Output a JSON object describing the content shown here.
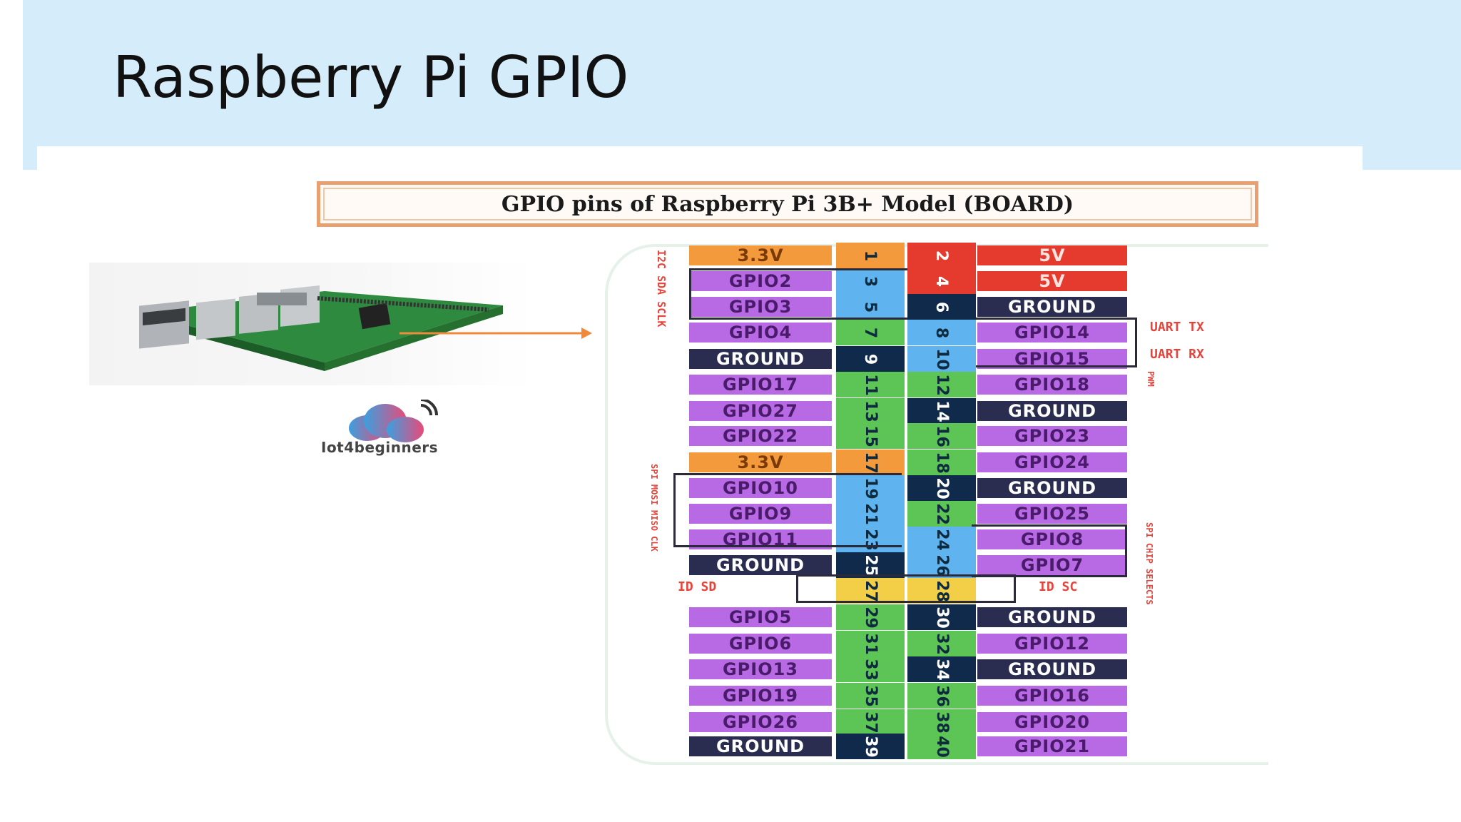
{
  "slide": {
    "title": "Raspberry Pi GPIO"
  },
  "diagram": {
    "title": "GPIO pins of Raspberry Pi 3B+ Model (BOARD)",
    "logo_text": "Iot4beginners",
    "left_labels": [
      {
        "text": "3.3V",
        "color": "#f39a3c"
      },
      {
        "text": "GPIO2",
        "color": "#b76ae3"
      },
      {
        "text": "GPIO3",
        "color": "#b76ae3"
      },
      {
        "text": "GPIO4",
        "color": "#b76ae3"
      },
      {
        "text": "GROUND",
        "color": "#2b2d50"
      },
      {
        "text": "GPIO17",
        "color": "#b76ae3"
      },
      {
        "text": "GPIO27",
        "color": "#b76ae3"
      },
      {
        "text": "GPIO22",
        "color": "#b76ae3"
      },
      {
        "text": "3.3V",
        "color": "#f39a3c"
      },
      {
        "text": "GPIO10",
        "color": "#b76ae3"
      },
      {
        "text": "GPIO9",
        "color": "#b76ae3"
      },
      {
        "text": "GPIO11",
        "color": "#b76ae3"
      },
      {
        "text": "GROUND",
        "color": "#2b2d50"
      },
      {
        "text": "",
        "color": "#ffffff"
      },
      {
        "text": "GPIO5",
        "color": "#b76ae3"
      },
      {
        "text": "GPIO6",
        "color": "#b76ae3"
      },
      {
        "text": "GPIO13",
        "color": "#b76ae3"
      },
      {
        "text": "GPIO19",
        "color": "#b76ae3"
      },
      {
        "text": "GPIO26",
        "color": "#b76ae3"
      },
      {
        "text": "GROUND",
        "color": "#2b2d50"
      }
    ],
    "left_pins": [
      {
        "num": "1",
        "color": "#f39a3c"
      },
      {
        "num": "3",
        "color": "#5fb3ee"
      },
      {
        "num": "5",
        "color": "#5fb3ee"
      },
      {
        "num": "7",
        "color": "#5dc456"
      },
      {
        "num": "9",
        "color": "#102a4c"
      },
      {
        "num": "11",
        "color": "#5dc456"
      },
      {
        "num": "13",
        "color": "#5dc456"
      },
      {
        "num": "15",
        "color": "#5dc456"
      },
      {
        "num": "17",
        "color": "#f39a3c"
      },
      {
        "num": "19",
        "color": "#5fb3ee"
      },
      {
        "num": "21",
        "color": "#5fb3ee"
      },
      {
        "num": "23",
        "color": "#5fb3ee"
      },
      {
        "num": "25",
        "color": "#102a4c"
      },
      {
        "num": "27",
        "color": "#f2cf47"
      },
      {
        "num": "29",
        "color": "#5dc456"
      },
      {
        "num": "31",
        "color": "#5dc456"
      },
      {
        "num": "33",
        "color": "#5dc456"
      },
      {
        "num": "35",
        "color": "#5dc456"
      },
      {
        "num": "37",
        "color": "#5dc456"
      },
      {
        "num": "39",
        "color": "#102a4c"
      }
    ],
    "right_pins": [
      {
        "num": "2",
        "color": "#e53a2e"
      },
      {
        "num": "4",
        "color": "#e53a2e"
      },
      {
        "num": "6",
        "color": "#102a4c"
      },
      {
        "num": "8",
        "color": "#5fb3ee"
      },
      {
        "num": "10",
        "color": "#5fb3ee"
      },
      {
        "num": "12",
        "color": "#5dc456"
      },
      {
        "num": "14",
        "color": "#102a4c"
      },
      {
        "num": "16",
        "color": "#5dc456"
      },
      {
        "num": "18",
        "color": "#5dc456"
      },
      {
        "num": "20",
        "color": "#102a4c"
      },
      {
        "num": "22",
        "color": "#5dc456"
      },
      {
        "num": "24",
        "color": "#5fb3ee"
      },
      {
        "num": "26",
        "color": "#5fb3ee"
      },
      {
        "num": "28",
        "color": "#f2cf47"
      },
      {
        "num": "30",
        "color": "#102a4c"
      },
      {
        "num": "32",
        "color": "#5dc456"
      },
      {
        "num": "34",
        "color": "#102a4c"
      },
      {
        "num": "36",
        "color": "#5dc456"
      },
      {
        "num": "38",
        "color": "#5dc456"
      },
      {
        "num": "40",
        "color": "#5dc456"
      }
    ],
    "right_labels": [
      {
        "text": "5V",
        "color": "#e53a2e"
      },
      {
        "text": "5V",
        "color": "#e53a2e"
      },
      {
        "text": "GROUND",
        "color": "#2b2d50"
      },
      {
        "text": "GPIO14",
        "color": "#b76ae3"
      },
      {
        "text": "GPIO15",
        "color": "#b76ae3"
      },
      {
        "text": "GPIO18",
        "color": "#b76ae3"
      },
      {
        "text": "GROUND",
        "color": "#2b2d50"
      },
      {
        "text": "GPIO23",
        "color": "#b76ae3"
      },
      {
        "text": "GPIO24",
        "color": "#b76ae3"
      },
      {
        "text": "GROUND",
        "color": "#2b2d50"
      },
      {
        "text": "GPIO25",
        "color": "#b76ae3"
      },
      {
        "text": "GPIO8",
        "color": "#b76ae3"
      },
      {
        "text": "GPIO7",
        "color": "#b76ae3"
      },
      {
        "text": "",
        "color": "#ffffff"
      },
      {
        "text": "GROUND",
        "color": "#2b2d50"
      },
      {
        "text": "GPIO12",
        "color": "#b76ae3"
      },
      {
        "text": "GROUND",
        "color": "#2b2d50"
      },
      {
        "text": "GPIO16",
        "color": "#b76ae3"
      },
      {
        "text": "GPIO20",
        "color": "#b76ae3"
      },
      {
        "text": "GPIO21",
        "color": "#b76ae3"
      }
    ],
    "annotations": {
      "uart_tx": "UART TX",
      "uart_rx": "UART RX",
      "pwm": "PWM",
      "i2c": "I2C SDA SCLK",
      "spi": "SPI MOSI MISO CLK",
      "spi_cs": "SPI CHIP SELECTS",
      "id_sd": "ID SD",
      "id_sc": "ID SC"
    }
  }
}
